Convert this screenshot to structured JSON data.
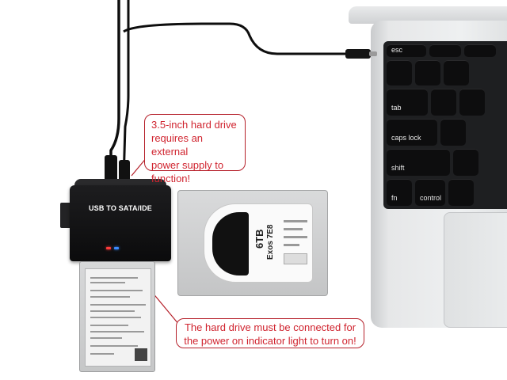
{
  "adapter": {
    "label": "USB TO SATA/IDE"
  },
  "drive_3_5": {
    "capacity": "6TB",
    "model": "Exos 7E8"
  },
  "callouts": {
    "top": {
      "line1": "3.5-inch hard drive",
      "line2": "requires an external",
      "line3": "power supply to",
      "line4": "function!"
    },
    "bottom": {
      "line1": "The hard drive must be connected for",
      "line2": "the power on indicator light to turn on!"
    }
  },
  "keyboard": {
    "keys": [
      "esc",
      "tab",
      "caps lock",
      "shift",
      "fn",
      "control"
    ]
  },
  "colors": {
    "callout_text": "#d0242f",
    "callout_border": "#b5202a",
    "led_red": "#ff3b3b",
    "led_blue": "#3b8bff",
    "adapter": "#111111"
  }
}
